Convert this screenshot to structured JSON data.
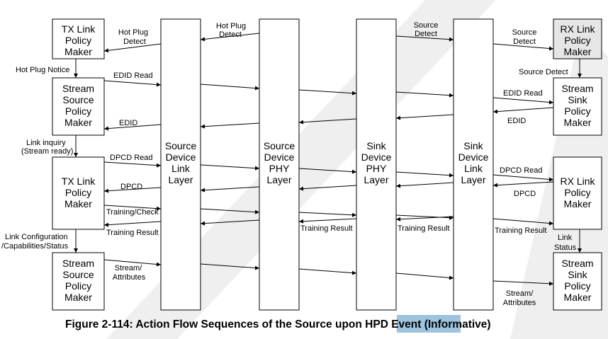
{
  "boxes": {
    "tx_lpm_1": [
      "TX Link",
      "Policy",
      "Maker"
    ],
    "ss_pm_1": [
      "Stream",
      "Source",
      "Policy",
      "Maker"
    ],
    "tx_lpm_2": [
      "TX Link",
      "Policy",
      "Maker"
    ],
    "ss_pm_2": [
      "Stream",
      "Source",
      "Policy",
      "Maker"
    ],
    "src_link": [
      "Source",
      "Device",
      "Link",
      "Layer"
    ],
    "src_phy": [
      "Source",
      "Device",
      "PHY",
      "Layer"
    ],
    "sink_phy": [
      "Sink",
      "Device",
      "PHY",
      "Layer"
    ],
    "sink_link": [
      "Sink",
      "Device",
      "Link",
      "Layer"
    ],
    "rx_lpm_1": [
      "RX Link",
      "Policy",
      "Maker"
    ],
    "sk_pm_1": [
      "Stream",
      "Sink",
      "Policy",
      "Maker"
    ],
    "rx_lpm_2": [
      "RX Link",
      "Policy",
      "Maker"
    ],
    "sk_pm_2": [
      "Stream",
      "Sink",
      "Policy",
      "Maker"
    ]
  },
  "labels": {
    "hpd_1": [
      "Hot Plug",
      "Detect"
    ],
    "hpd_2": [
      "Hot Plug",
      "Detect"
    ],
    "src_detect_1": [
      "Source",
      "Detect"
    ],
    "src_detect_2": [
      "Source",
      "Detect"
    ],
    "src_detect_3": "Source Detect",
    "hpd_notice": "Hot Plug Notice",
    "edid_read_l": "EDID Read",
    "edid_l": "EDID",
    "edid_read_r": "EDID Read",
    "edid_r": "EDID",
    "link_inquiry": [
      "Link inquiry",
      "(Stream ready)"
    ],
    "dpcd_read_l": "DPCD Read",
    "dpcd_l": "DPCD",
    "dpcd_read_r": "DPCD Read",
    "dpcd_r": "DPCD",
    "training_check": "Training/Check",
    "training_result_1": "Training Result",
    "training_result_2": "Training Result",
    "training_result_3": "Training Result",
    "training_result_4": "Training Result",
    "link_config": [
      "Link Configuration",
      "/Capabilities/Status"
    ],
    "link_status": [
      "Link",
      "Status"
    ],
    "stream_attr_l": [
      "Stream/",
      "Attributes"
    ],
    "stream_attr_r": [
      "Stream/",
      "Attributes"
    ]
  },
  "caption": {
    "before": "Figure 2-114: Action Flow Sequences of the Source upon ",
    "highlight": "HPD Event",
    "after": " (Informative)"
  },
  "colors": {
    "highlight": "#9dc3df",
    "watermark": "#efefef",
    "grey_box": "#e6e6e6"
  }
}
